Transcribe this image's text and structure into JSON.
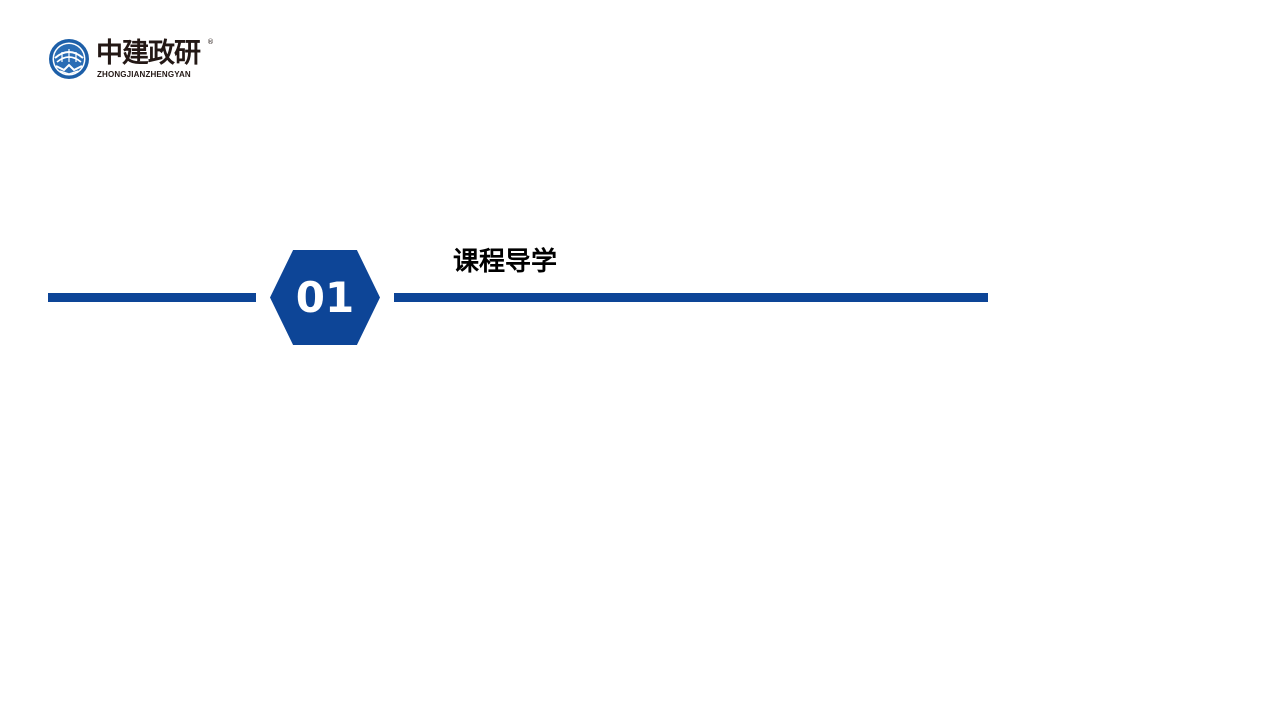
{
  "logo": {
    "name_cn": "中建政研",
    "name_en": "ZHONGJIANZHENGYAN",
    "registered_mark": "®",
    "icon": "globe-arch-icon",
    "colors": {
      "blue": "#1d5fa8",
      "dark": "#231815"
    }
  },
  "section": {
    "number": "01",
    "title": "课程导学"
  },
  "colors": {
    "accent": "#0d4597",
    "background": "#ffffff",
    "title_text": "#000000",
    "number_text": "#ffffff"
  }
}
